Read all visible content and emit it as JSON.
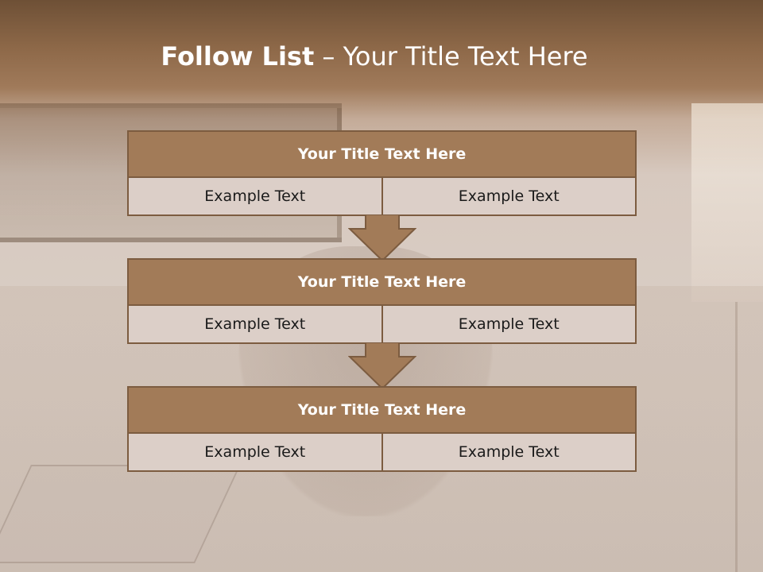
{
  "slide": {
    "title_bold": "Follow List",
    "title_rest": "– Your Title Text Here"
  },
  "steps": [
    {
      "heading": "Your Title Text Here",
      "left": "Example Text",
      "right": "Example Text"
    },
    {
      "heading": "Your Title Text Here",
      "left": "Example Text",
      "right": "Example Text"
    },
    {
      "heading": "Your Title Text Here",
      "left": "Example Text",
      "right": "Example Text"
    }
  ],
  "colors": {
    "header_fill": "#a27b58",
    "border": "#7c5c40",
    "cell_fill": "#dccfc8",
    "arrow_fill": "#a27b58"
  },
  "icons": {
    "connector": "down-arrow-icon"
  }
}
